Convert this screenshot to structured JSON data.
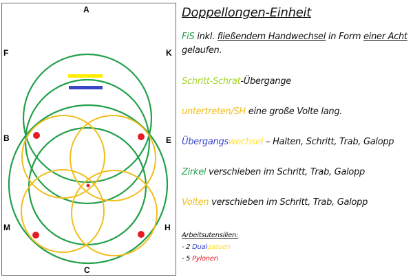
{
  "diagram": {
    "markers": {
      "A": "A",
      "F": "F",
      "K": "K",
      "B": "B",
      "E": "E",
      "M": "M",
      "H": "H",
      "C": "C"
    },
    "colors": {
      "circle": "#22a04a",
      "volte": "#f0be1a",
      "pole_yellow": "#ffee00",
      "pole_blue": "#3a45c8",
      "pylon": "#e41c24"
    }
  },
  "text": {
    "title": "Doppellongen-Einheit",
    "l1": {
      "a": "FiS",
      "b": "inkl.",
      "c": "fließendem Handwechsel",
      "d": "in Form",
      "e": "einer Acht",
      "f": "gelaufen."
    },
    "l2": {
      "a": "Schritt",
      "b": "-",
      "c": "Schrat",
      "d": "-Übergange"
    },
    "l3": {
      "a": "untertreten/SH",
      "b": "eine große Volte lang."
    },
    "l4": {
      "a": "Übergangs",
      "b": "wechsel",
      "c": " – Halten, Schritt, Trab, Galopp"
    },
    "l5": {
      "a": "Zirkel",
      "b": " verschieben im Schritt, Trab, Galopp"
    },
    "l6": {
      "a": "Volten",
      "b": " verschieben im Schritt, Trab, Galopp"
    },
    "tools": {
      "heading": "Arbeitsutensilien:",
      "i1a": "- 2 ",
      "i1b": "Dual",
      "i1c": "gassen",
      "i2a": "- 5 ",
      "i2b": "Pylonen"
    }
  }
}
